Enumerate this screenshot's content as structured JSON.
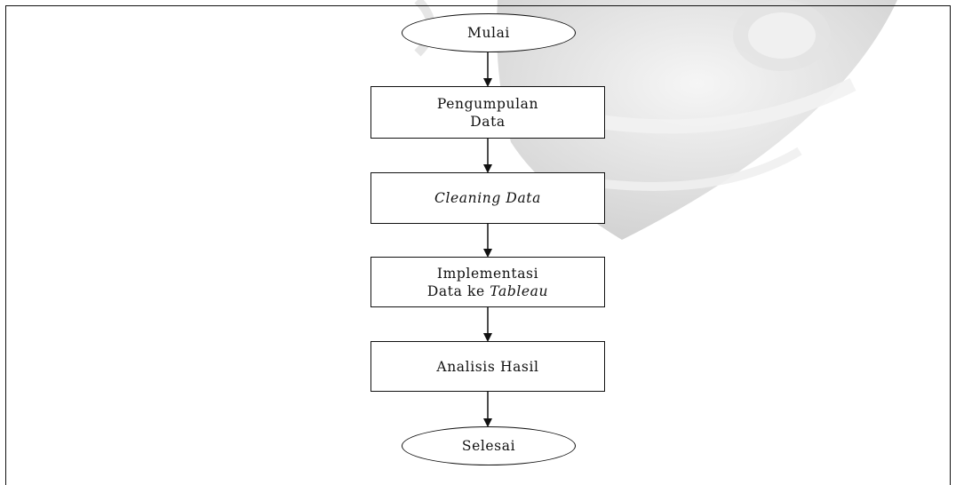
{
  "flowchart": {
    "start": "Mulai",
    "steps": [
      {
        "line1": "Pengumpulan",
        "line2": "Data"
      },
      {
        "line1": "Cleaning Data"
      },
      {
        "line1": "Implementasi",
        "line2_plain": "Data ke ",
        "line2_italic": "Tableau"
      },
      {
        "line1": "Analisis Hasil"
      }
    ],
    "end": "Selesai"
  },
  "colors": {
    "stroke": "#111111",
    "background": "#ffffff",
    "watermark": "#d9d9d9"
  }
}
